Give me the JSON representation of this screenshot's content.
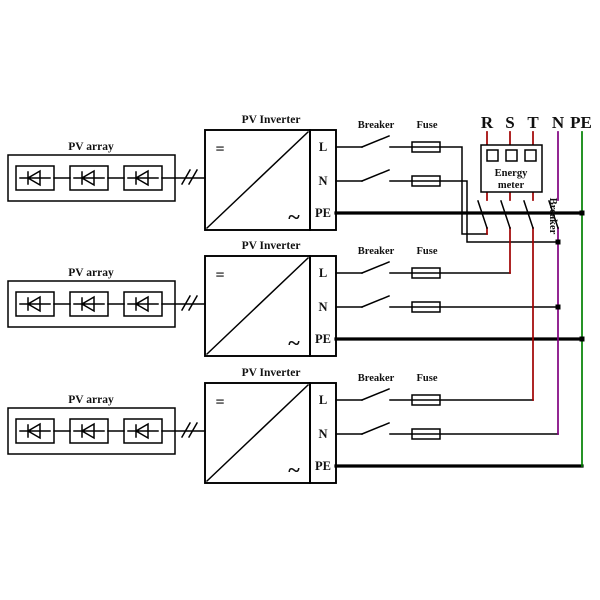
{
  "labels": {
    "pv_array": "PV array",
    "pv_inverter": "PV Inverter",
    "breaker": "Breaker",
    "fuse": "Fuse",
    "dc_symbol": "=",
    "ac_symbol": "~",
    "terminal_l": "L",
    "terminal_n": "N",
    "terminal_pe": "PE",
    "bus_r": "R",
    "bus_s": "S",
    "bus_t": "T",
    "bus_n": "N",
    "bus_pe": "PE",
    "energy_meter_line1": "Energy",
    "energy_meter_line2": "meter",
    "breaker_vertical": "Breaker"
  },
  "colors": {
    "phase": "#a00000",
    "neutral": "#800080",
    "earth": "#008000",
    "wire": "#000000"
  }
}
